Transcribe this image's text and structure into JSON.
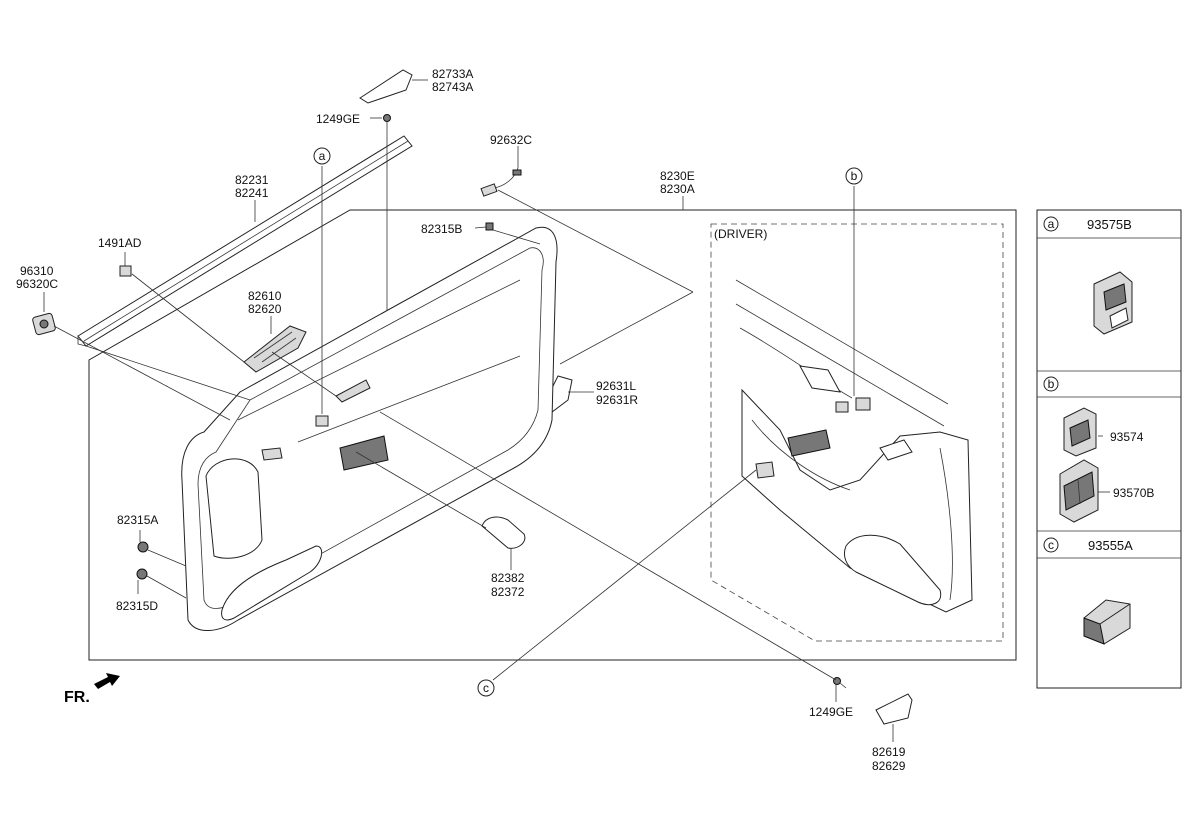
{
  "labels": {
    "p82733A": "82733A",
    "p82743A": "82743A",
    "p1249GE_top": "1249GE",
    "p92632C": "92632C",
    "p8230E": "8230E",
    "p8230A": "8230A",
    "p82231": "82231",
    "p82241": "82241",
    "p1491AD": "1491AD",
    "p96310": "96310",
    "p96320C": "96320C",
    "p82315B": "82315B",
    "p82610": "82610",
    "p82620": "82620",
    "p92631L": "92631L",
    "p92631R": "92631R",
    "p82315A": "82315A",
    "p82315D": "82315D",
    "p82382": "82382",
    "p82372": "82372",
    "p1249GE_bottom": "1249GE",
    "p82619": "82619",
    "p82629": "82629",
    "driver": "(DRIVER)",
    "fr": "FR."
  },
  "callouts": {
    "a": "a",
    "b": "b",
    "c": "c"
  },
  "legend": {
    "a": {
      "letter": "a",
      "part": "93575B"
    },
    "b": {
      "letter": "b",
      "parts": [
        "93574",
        "93570B"
      ]
    },
    "c": {
      "letter": "c",
      "part": "93555A"
    }
  }
}
